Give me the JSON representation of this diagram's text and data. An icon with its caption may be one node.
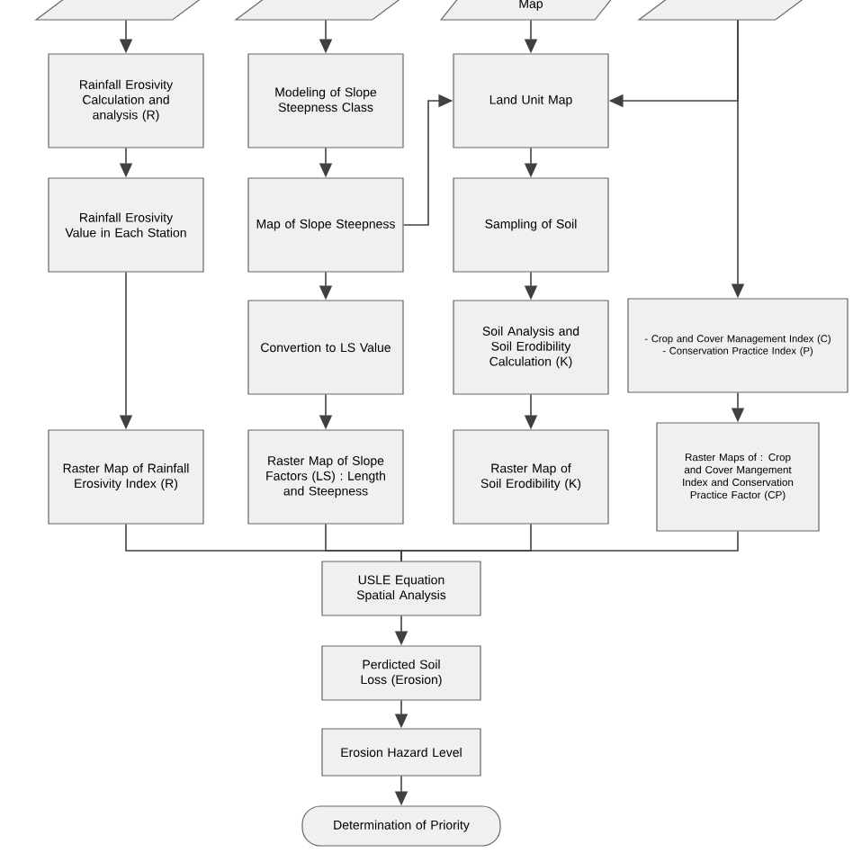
{
  "diagram": {
    "nodes": [
      {
        "text": [],
        "shape": "parallelogram"
      },
      {
        "text": [],
        "shape": "parallelogram"
      },
      {
        "text": [
          "Map"
        ]
      },
      {
        "text": [],
        "shape": "parallelogram"
      },
      {
        "text": [
          "Rainfall Erosivity Calculation and analysis (R)"
        ]
      },
      {
        "text": [
          "Modeling of Slope Steepness Class"
        ]
      },
      {
        "text": [
          "Land Unit Map"
        ]
      },
      {
        "text": [
          "Rainfall Erosivity Value in Each Station"
        ]
      },
      {
        "text": [
          "Map of Slope Steepness"
        ]
      },
      {
        "text": [
          "Sampling of Soil"
        ]
      },
      {
        "text": [
          "Convertion to LS Value"
        ]
      },
      {
        "text": [
          "Soil Analysis and Soil Erodibility Calculation (K)"
        ]
      },
      {
        "text": [
          "- Crop and Cover Management Index (C)",
          "- Conservation Practice Index (P)"
        ]
      },
      {
        "text": [
          "Raster Map of Rainfall Erosivity Index (R)"
        ]
      },
      {
        "text": [
          "Raster Map of Slope Factors (LS) : Length and Steepness"
        ]
      },
      {
        "text": [
          "Raster Map of Soil Erodibility (K)"
        ]
      },
      {
        "text": [
          "Raster Maps of : Crop and Cover Mangement Index and Conservation Practice Factor (CP)"
        ]
      },
      {
        "text": [
          "USLE Equation Spatial Analysis"
        ]
      },
      {
        "text": [
          "Perdicted Soil Loss (Erosion)"
        ]
      },
      {
        "text": [
          "Erosion Hazard Level"
        ]
      },
      {
        "text": [
          "Determination of Priority"
        ]
      }
    ],
    "edges": [
      {
        "from": 0,
        "to": 4,
        "arrow": "to"
      },
      {
        "from": 1,
        "to": 5,
        "arrow": "to"
      },
      {
        "from": 2,
        "to": 6,
        "arrow": "to"
      },
      {
        "from": 3,
        "to": 6,
        "arrow": "to"
      },
      {
        "from": 3,
        "to": 12,
        "arrow": "to"
      },
      {
        "from": 4,
        "to": 7,
        "arrow": "to"
      },
      {
        "from": 5,
        "to": 8,
        "arrow": "to"
      },
      {
        "from": 8,
        "to": 6,
        "arrow": "to"
      },
      {
        "from": 6,
        "to": 9,
        "arrow": "to"
      },
      {
        "from": 7,
        "to": 13,
        "arrow": "to"
      },
      {
        "from": 8,
        "to": 10,
        "arrow": "to"
      },
      {
        "from": 9,
        "to": 11,
        "arrow": "to"
      },
      {
        "from": 10,
        "to": 14,
        "arrow": "to"
      },
      {
        "from": 11,
        "to": 15,
        "arrow": "to"
      },
      {
        "from": 12,
        "to": 16,
        "arrow": "to"
      },
      {
        "from": 13,
        "to": 17,
        "arrow": "none"
      },
      {
        "from": 14,
        "to": 17,
        "arrow": "none"
      },
      {
        "from": 15,
        "to": 17,
        "arrow": "none"
      },
      {
        "from": 16,
        "to": 17,
        "arrow": "none"
      },
      {
        "from": 17,
        "to": 18,
        "arrow": "to"
      },
      {
        "from": 18,
        "to": 19,
        "arrow": "to"
      },
      {
        "from": 19,
        "to": 20,
        "arrow": "to"
      }
    ]
  }
}
